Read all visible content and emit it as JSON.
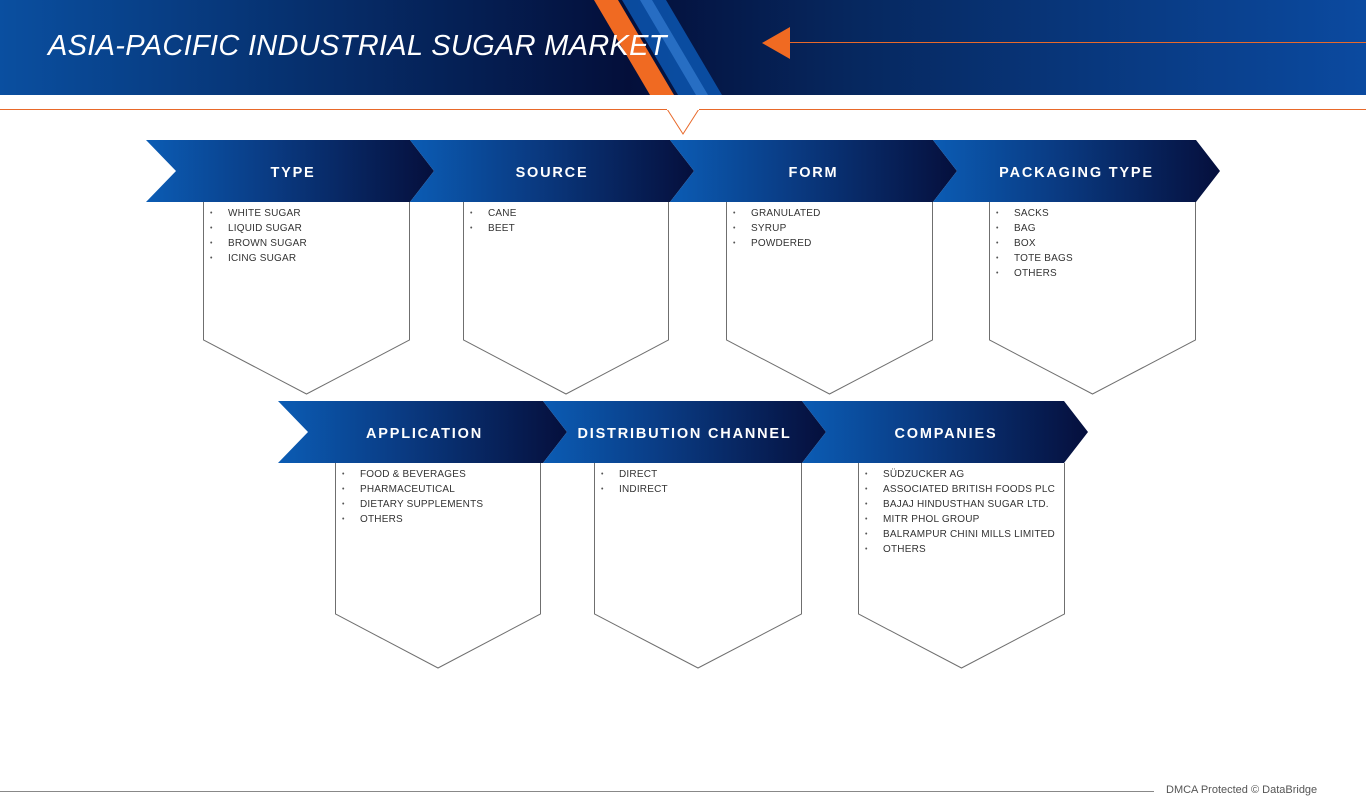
{
  "header": {
    "title": "ASIA-PACIFIC INDUSTRIAL SUGAR MARKET"
  },
  "colors": {
    "brand_blue": "#0b5cb4",
    "brand_navy": "#050f3c",
    "accent_orange": "#f06a22"
  },
  "segments": [
    {
      "title": "TYPE",
      "items": [
        "WHITE SUGAR",
        "LIQUID SUGAR",
        "BROWN SUGAR",
        "ICING SUGAR"
      ]
    },
    {
      "title": "SOURCE",
      "items": [
        "CANE",
        "BEET"
      ]
    },
    {
      "title": "FORM",
      "items": [
        "GRANULATED",
        "SYRUP",
        "POWDERED"
      ]
    },
    {
      "title": "PACKAGING TYPE",
      "items": [
        "SACKS",
        "BAG",
        "BOX",
        "TOTE BAGS",
        "OTHERS"
      ]
    },
    {
      "title": "APPLICATION",
      "items": [
        "FOOD & BEVERAGES",
        "PHARMACEUTICAL",
        "DIETARY SUPPLEMENTS",
        "OTHERS"
      ]
    },
    {
      "title": "DISTRIBUTION CHANNEL",
      "items": [
        "DIRECT",
        "INDIRECT"
      ]
    },
    {
      "title": "COMPANIES",
      "items": [
        "SÜDZUCKER AG",
        "ASSOCIATED BRITISH FOODS PLC",
        "BAJAJ HINDUSTHAN SUGAR LTD.",
        "MITR PHOL GROUP",
        "BALRAMPUR CHINI MILLS LIMITED",
        "OTHERS"
      ]
    }
  ],
  "footer": {
    "text": "DMCA Protected © DataBridge"
  }
}
